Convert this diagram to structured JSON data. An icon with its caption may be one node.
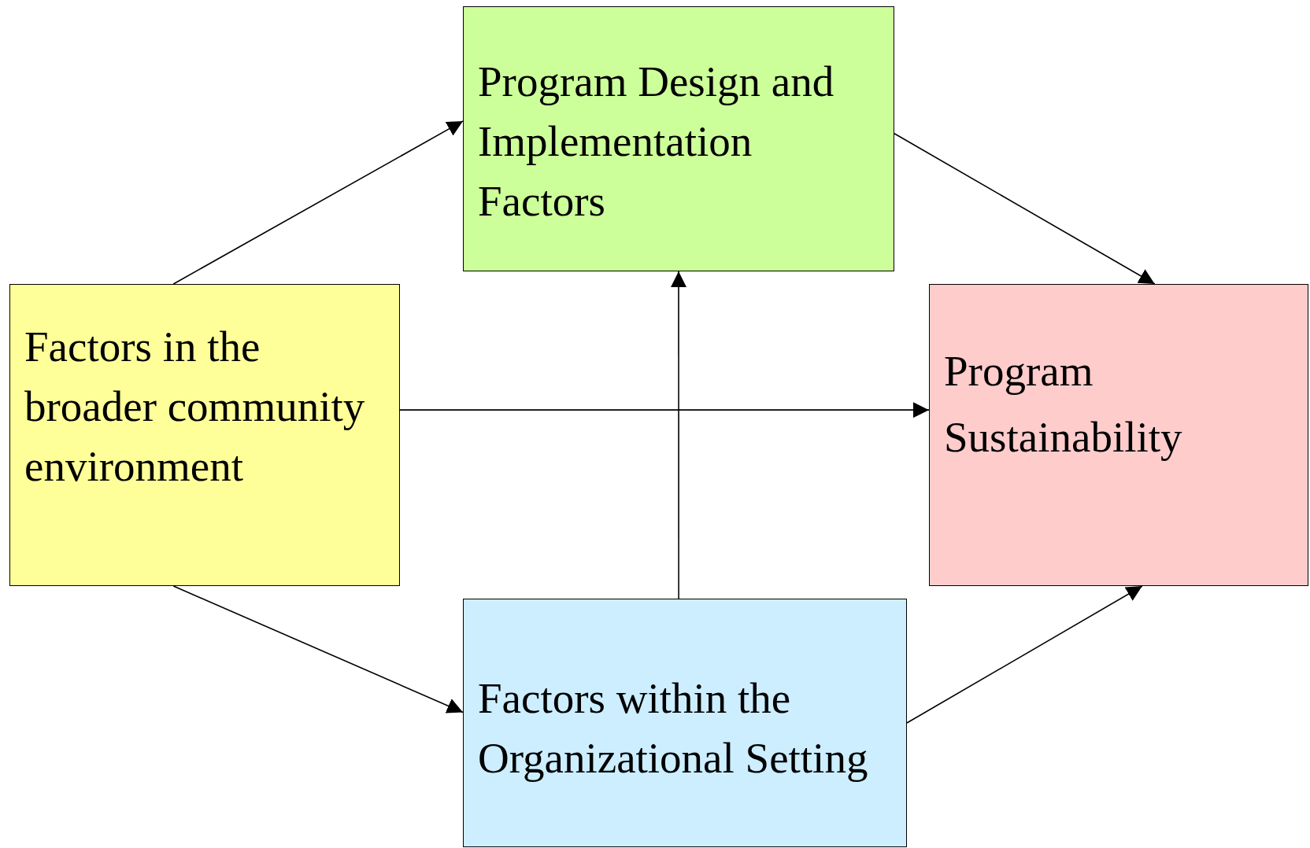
{
  "diagram": {
    "nodes": [
      {
        "text": [
          "Program Design and Implementation Factors"
        ]
      },
      {
        "text": [
          "Factors in the broader community environment"
        ]
      },
      {
        "text": [
          "Program Sustainability"
        ]
      },
      {
        "text": [
          "Factors within the Organizational Setting"
        ]
      }
    ],
    "edges": [
      {
        "from": 1,
        "to": 0,
        "arrow": "to"
      },
      {
        "from": 0,
        "to": 2,
        "arrow": "to"
      },
      {
        "from": 1,
        "to": 2,
        "arrow": "to"
      },
      {
        "from": 3,
        "to": 0,
        "arrow": "to"
      },
      {
        "from": 1,
        "to": 3,
        "arrow": "to"
      },
      {
        "from": 3,
        "to": 2,
        "arrow": "to"
      }
    ]
  }
}
